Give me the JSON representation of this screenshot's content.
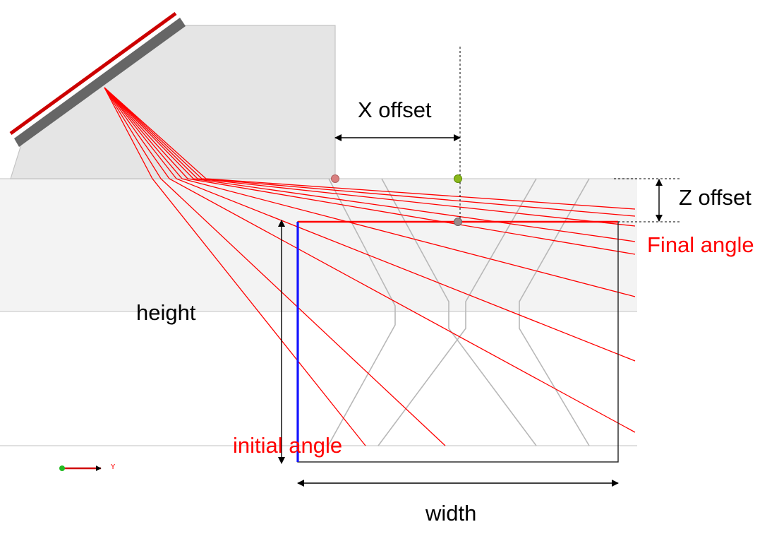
{
  "labels": {
    "x_offset": "X offset",
    "z_offset": "Z offset",
    "final_angle": "Final angle",
    "height": "height",
    "initial_angle": "initial angle",
    "width": "width",
    "axis_y": "Y"
  },
  "colors": {
    "ray": "#ff0000",
    "probe_strip": "#cc0000",
    "transducer": "#666666",
    "wedge_fill": "#e5e5e5",
    "interface_band": "#f2f2f2",
    "zone_left_edge": "#1414ff",
    "zone_top_edge": "#ff0000",
    "reference_dot": "#8ab81c",
    "exit_dot": "#d98080",
    "zone_dot": "#9a8a8a",
    "text_accent": "#ff0000"
  },
  "rays": {
    "count": 10,
    "sweep": "initial angle to final angle"
  },
  "icons": [
    "axis-triad-icon"
  ]
}
